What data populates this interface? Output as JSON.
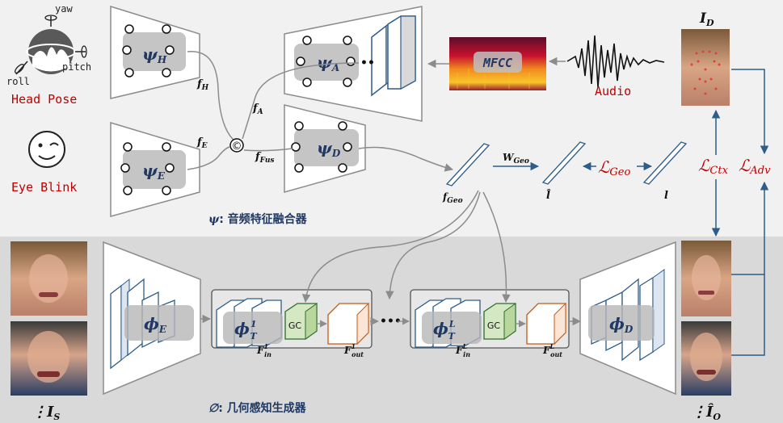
{
  "colors": {
    "top_bg": "#f1f1f1",
    "bottom_bg": "#d9d9d9",
    "accent_red": "#c00000",
    "accent_blue": "#1f3864",
    "arrow_blue": "#2e5d8a",
    "gc_fill": "#d5e8c4",
    "out_block": "#c55a11"
  },
  "top": {
    "head_pose_label": "Head Pose",
    "yaw": "yaw",
    "pitch": "pitch",
    "roll": "roll",
    "eye_blink_label": "Eye Blink",
    "audio_label": "Audio",
    "mfcc_label": "MFCC",
    "psi_h": "ψ",
    "psi_h_sub": "H",
    "psi_e": "ψ",
    "psi_e_sub": "E",
    "psi_a": "ψ",
    "psi_a_sub": "A",
    "psi_d": "ψ",
    "psi_d_sub": "D",
    "f_h": "f",
    "f_h_sub": "H",
    "f_e": "f",
    "f_e_sub": "E",
    "f_a": "f",
    "f_a_sub": "A",
    "f_fus": "f",
    "f_fus_sub": "Fus",
    "concat_symbol": "©",
    "f_geo": "f",
    "f_geo_sub": "Geo",
    "w_geo": "W",
    "w_geo_sub": "Geo",
    "l_hat": "l̂",
    "l": "l",
    "loss_geo": "ℒ",
    "loss_geo_sub": "Geo",
    "loss_ctx": "ℒ",
    "loss_ctx_sub": "Ctx",
    "loss_adv": "ℒ",
    "loss_adv_sub": "Adv",
    "i_d": "I",
    "i_d_sub": "D",
    "psi_caption_symbol": "ψ",
    "psi_caption": ": 音频特征融合器"
  },
  "bottom": {
    "phi_e": "ϕ",
    "phi_e_sub": "E",
    "phi_t1": "ϕ",
    "phi_t1_sup": "1",
    "phi_t1_sub": "T",
    "phi_tl": "ϕ",
    "phi_tl_sup": "L",
    "phi_tl_sub": "T",
    "phi_d": "ϕ",
    "phi_d_sub": "D",
    "gc": "GC",
    "gc2": "GC",
    "f_in_1": "F",
    "f_in_1_sup": "1",
    "f_in_1_sub": "in",
    "f_out_1": "F",
    "f_out_1_sup": "1",
    "f_out_1_sub": "out",
    "f_in_l": "F",
    "f_in_l_sup": "L",
    "f_in_l_sub": "in",
    "f_out_l": "F",
    "f_out_l_sup": "L",
    "f_out_l_sub": "out",
    "ellipsis": "•••",
    "i_s": "I",
    "i_s_sub": "S",
    "i_o": "Î",
    "i_o_sub": "O",
    "phi_caption_symbol": "∅",
    "phi_caption": ": 几何感知生成器"
  }
}
